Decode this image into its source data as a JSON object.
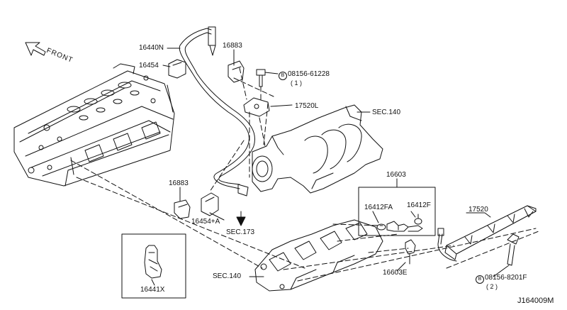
{
  "labels": {
    "front": "FRONT",
    "p16440n": "16440N",
    "p16454": "16454",
    "p16883_top": "16883",
    "p08156_61228": "08156-61228",
    "p08156_61228_qty": "( 1 )",
    "bolt_marker_top": "B",
    "p17520l": "17520L",
    "sec140_top": "SEC.140",
    "p16603": "16603",
    "p16412fa": "16412FA",
    "p16412f": "16412F",
    "p17520": "17520",
    "p16883_mid": "16883",
    "p16454a": "16454+A",
    "sec173": "SEC.173",
    "sec140_bottom": "SEC.140",
    "p16603e": "16603E",
    "p08156_8201f": "08156-8201F",
    "p08156_8201f_qty": "( 2 )",
    "bolt_marker_bottom": "B",
    "p16441x": "16441X",
    "diagram_id": "J164009M"
  },
  "colors": {
    "line": "#111111",
    "background": "#ffffff"
  }
}
